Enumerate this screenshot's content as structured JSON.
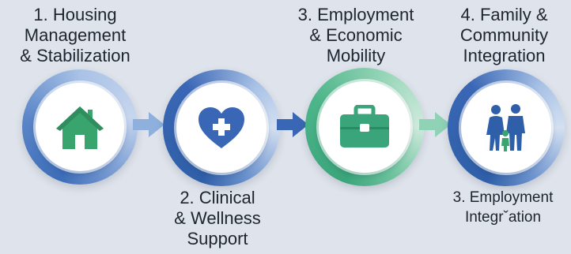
{
  "steps": [
    {
      "label": "1. Housing\nManagement\n& Stabilization",
      "icon": "house-icon",
      "ring_color": "#8fb0dd",
      "ring_accent": "#3d6db8",
      "icon_color": "#3aa46f"
    },
    {
      "label": "2. Clinical\n& Wellness\nSupport",
      "icon": "heart-plus-icon",
      "ring_color": "#a9c2e6",
      "ring_accent": "#2f5fa8",
      "icon_color": "#3a67b5"
    },
    {
      "label": "3. Employment\n& Economic\nMobility",
      "icon": "briefcase-icon",
      "ring_color": "#8fd2b5",
      "ring_accent": "#3aa47a",
      "icon_color": "#3aa47a"
    },
    {
      "label": "4. Family &\nCommunity\nIntegration",
      "icon": "family-icon",
      "ring_color": "#a9c2e6",
      "ring_accent": "#2f5fa8",
      "icon_color": "#2f5fa8"
    }
  ],
  "extra_label": "3. Employment\nIntegrˇation",
  "arrow_colors": [
    "#8fb0dd",
    "#3a67b5",
    "#8fd2b5"
  ]
}
